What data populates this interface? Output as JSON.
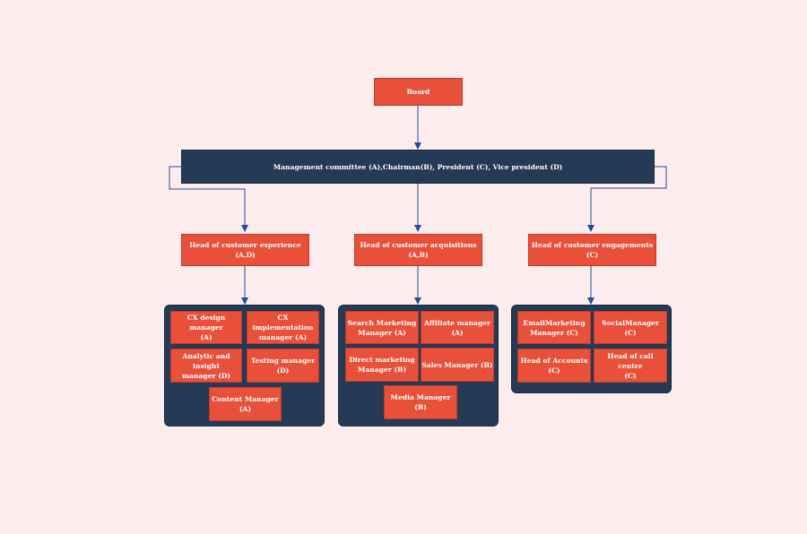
{
  "board": "Board",
  "committee": "Management committee  (A),Chairman(B), President  (C), Vice president  (D)",
  "heads": [
    "Head of customer  experience  (A,D)",
    "Head of customer  acquisitions (A,B)",
    "Head of customer  engagements   (C)"
  ],
  "experience_team": [
    "CX design  manager\n(A)",
    "CX implementation\nmanager (A)",
    "Analytic and insight\nmanager (D)",
    "Testing  manager\n(D)",
    "Content  Manager\n(A)"
  ],
  "acquisitions_team": [
    "Search Marketing\nManager (A)",
    "Affiliate manager (A)",
    "Direct  marketing\nManager (B)",
    "Sales Manager (B)",
    "Media Manager\n(B)"
  ],
  "engagements_team": [
    "EmailMarketing\nManager (C)",
    "SocialManager\n(C)",
    "Head of Accounts\n(C)",
    "Head of call centre\n(C)"
  ],
  "colors": {
    "background": "#fcecec",
    "box_red": "#e8503a",
    "box_navy": "#253a54",
    "connector": "#1f4e9a"
  }
}
